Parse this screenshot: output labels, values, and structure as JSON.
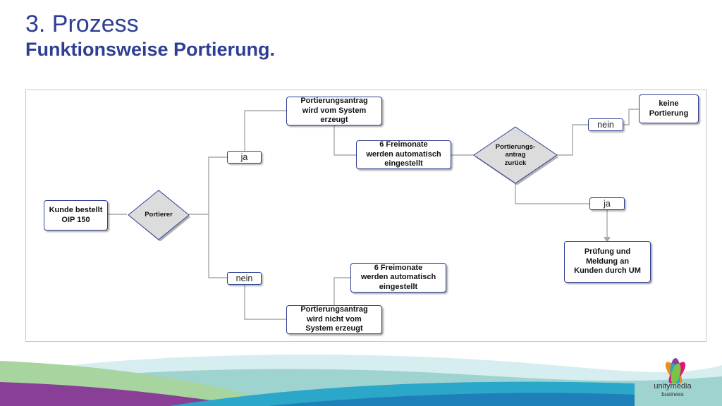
{
  "header": {
    "title": "3. Prozess",
    "subtitle": "Funktionsweise Portierung."
  },
  "flow": {
    "customer": "Kunde bestellt\nOIP 150",
    "decision_porter": "Portierer",
    "branch_ja": "ja",
    "branch_nein": "nein",
    "request_created": "Portierungsantrag\nwird vom System\nerzeugt",
    "free_months_top": "6 Freimonate\nwerden automatisch\neingestellt",
    "decision_returned": "Portierungs-\nantrag\nzurück",
    "returned_nein": "nein",
    "no_porting": "keine\nPortierung",
    "returned_ja": "ja",
    "check_report": "Prüfung und\nMeldung an\nKunden durch UM",
    "free_months_bottom": "6 Freimonate\nwerden automatisch\neingestellt",
    "request_not_created": "Portierungsantrag\nwird nicht vom\nSystem erzeugt"
  },
  "brand": {
    "name": "unitymedia",
    "tagline": "business",
    "title_color": "#2e3f93",
    "border_color": "#2e3f93",
    "diamond_fill": "#dcdcdc",
    "connector_color": "#a9a9a9"
  }
}
